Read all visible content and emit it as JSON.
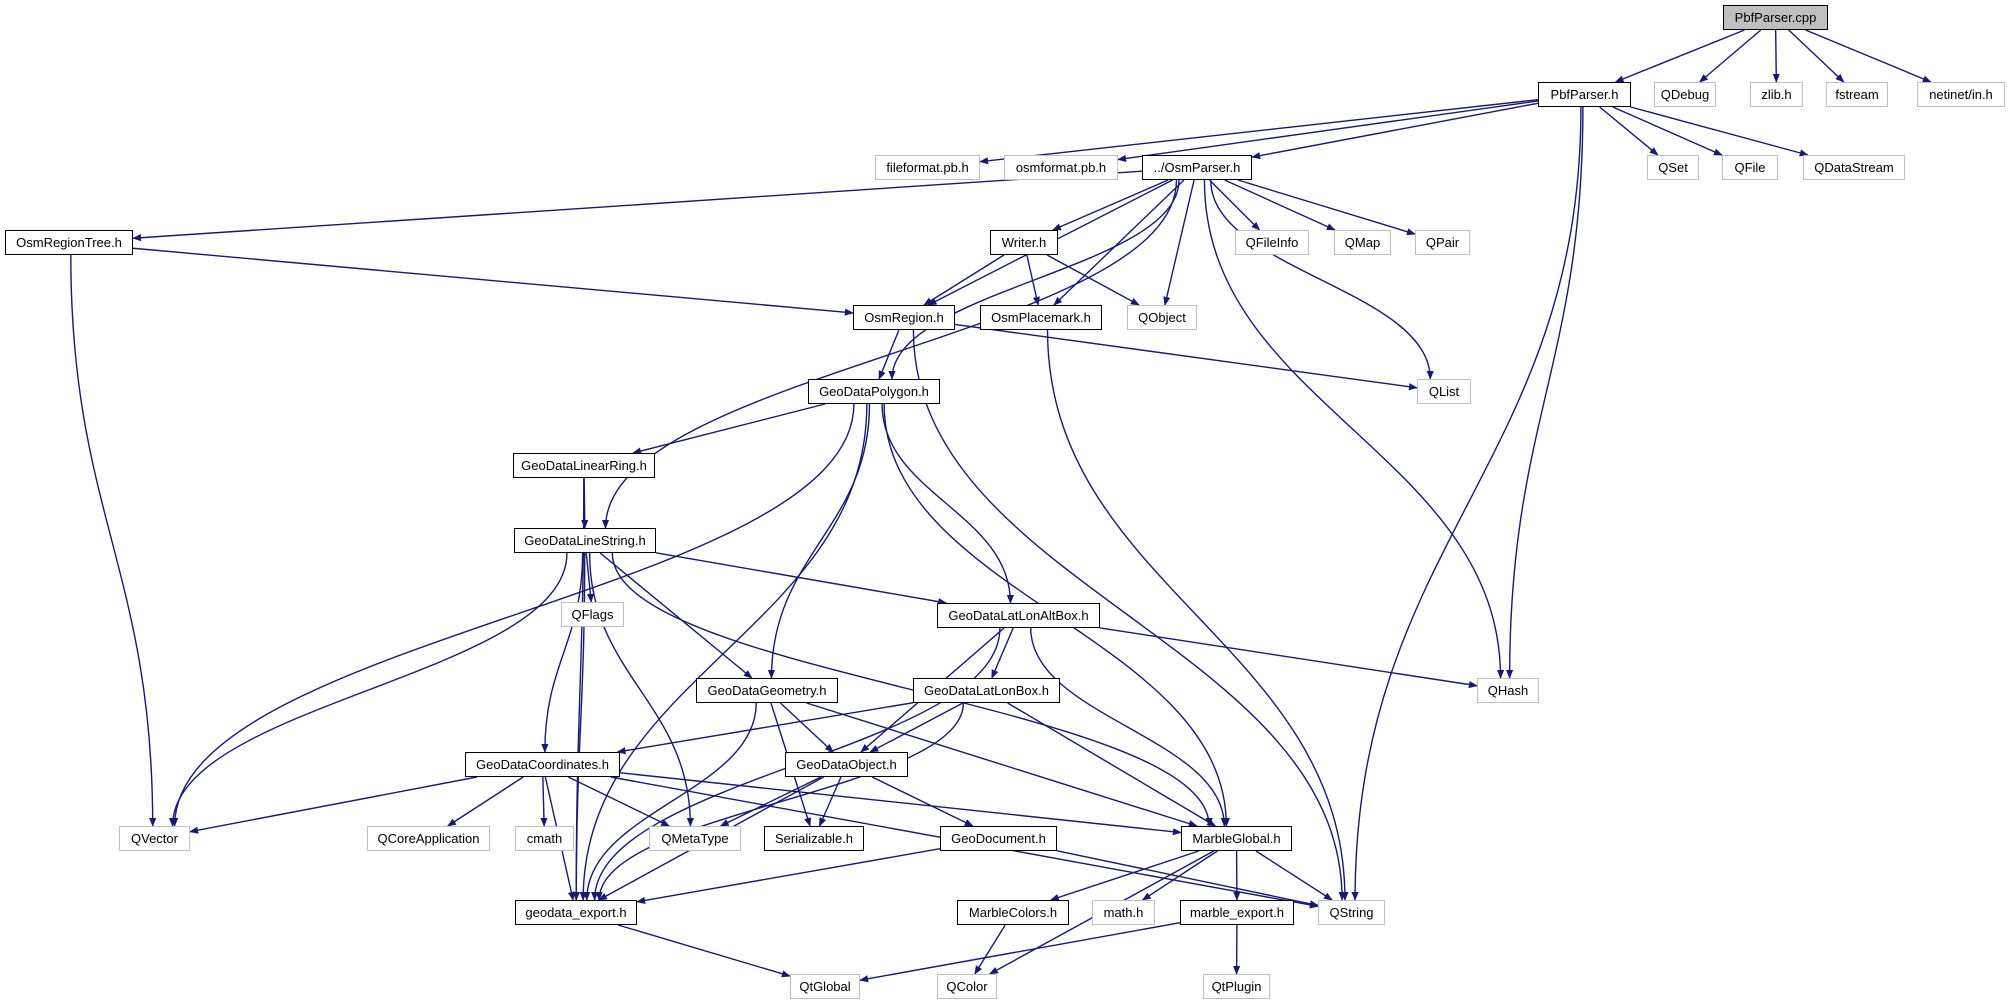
{
  "title": "PbfParser.cpp include dependency graph",
  "colors": {
    "edge": "#191970",
    "root_fill": "#bfbfbf",
    "local_border": "#000000",
    "external_border": "#bfbfbf"
  },
  "nodes": [
    {
      "id": "pbfcpp",
      "label": "PbfParser.cpp",
      "kind": "root"
    },
    {
      "id": "pbfh",
      "label": "PbfParser.h",
      "kind": "local"
    },
    {
      "id": "qdebug",
      "label": "QDebug",
      "kind": "ext"
    },
    {
      "id": "zlib",
      "label": "zlib.h",
      "kind": "ext"
    },
    {
      "id": "fstream",
      "label": "fstream",
      "kind": "ext"
    },
    {
      "id": "netinet",
      "label": "netinet/in.h",
      "kind": "ext"
    },
    {
      "id": "fileformat",
      "label": "fileformat.pb.h",
      "kind": "ext"
    },
    {
      "id": "osmformat",
      "label": "osmformat.pb.h",
      "kind": "ext"
    },
    {
      "id": "osmparser",
      "label": "../OsmParser.h",
      "kind": "local"
    },
    {
      "id": "qset",
      "label": "QSet",
      "kind": "ext"
    },
    {
      "id": "qfile",
      "label": "QFile",
      "kind": "ext"
    },
    {
      "id": "qdatastream",
      "label": "QDataStream",
      "kind": "ext"
    },
    {
      "id": "osmregiontree",
      "label": "OsmRegionTree.h",
      "kind": "local"
    },
    {
      "id": "writer",
      "label": "Writer.h",
      "kind": "local"
    },
    {
      "id": "qfileinfo",
      "label": "QFileInfo",
      "kind": "ext"
    },
    {
      "id": "qmap",
      "label": "QMap",
      "kind": "ext"
    },
    {
      "id": "qpair",
      "label": "QPair",
      "kind": "ext"
    },
    {
      "id": "osmregion",
      "label": "OsmRegion.h",
      "kind": "local"
    },
    {
      "id": "osmplacemark",
      "label": "OsmPlacemark.h",
      "kind": "local"
    },
    {
      "id": "qobject",
      "label": "QObject",
      "kind": "ext"
    },
    {
      "id": "polygon",
      "label": "GeoDataPolygon.h",
      "kind": "local"
    },
    {
      "id": "qlist",
      "label": "QList",
      "kind": "ext"
    },
    {
      "id": "linearring",
      "label": "GeoDataLinearRing.h",
      "kind": "local"
    },
    {
      "id": "linestring",
      "label": "GeoDataLineString.h",
      "kind": "local"
    },
    {
      "id": "qflags",
      "label": "QFlags",
      "kind": "ext"
    },
    {
      "id": "latlonaltbox",
      "label": "GeoDataLatLonAltBox.h",
      "kind": "local"
    },
    {
      "id": "geometry",
      "label": "GeoDataGeometry.h",
      "kind": "local"
    },
    {
      "id": "latlonbox",
      "label": "GeoDataLatLonBox.h",
      "kind": "local"
    },
    {
      "id": "qhash",
      "label": "QHash",
      "kind": "ext"
    },
    {
      "id": "coordinates",
      "label": "GeoDataCoordinates.h",
      "kind": "local"
    },
    {
      "id": "geoobject",
      "label": "GeoDataObject.h",
      "kind": "local"
    },
    {
      "id": "qvector",
      "label": "QVector",
      "kind": "ext"
    },
    {
      "id": "qcoreapp",
      "label": "QCoreApplication",
      "kind": "ext"
    },
    {
      "id": "cmath",
      "label": "cmath",
      "kind": "ext"
    },
    {
      "id": "qmetatype",
      "label": "QMetaType",
      "kind": "ext"
    },
    {
      "id": "serializable",
      "label": "Serializable.h",
      "kind": "local"
    },
    {
      "id": "geodocument",
      "label": "GeoDocument.h",
      "kind": "local"
    },
    {
      "id": "marbleglobal",
      "label": "MarbleGlobal.h",
      "kind": "local"
    },
    {
      "id": "geodataexport",
      "label": "geodata_export.h",
      "kind": "local"
    },
    {
      "id": "marblecolors",
      "label": "MarbleColors.h",
      "kind": "local"
    },
    {
      "id": "mathh",
      "label": "math.h",
      "kind": "ext"
    },
    {
      "id": "marbleexport",
      "label": "marble_export.h",
      "kind": "local"
    },
    {
      "id": "qstring",
      "label": "QString",
      "kind": "ext"
    },
    {
      "id": "qtglobal",
      "label": "QtGlobal",
      "kind": "ext"
    },
    {
      "id": "qcolor",
      "label": "QColor",
      "kind": "ext"
    },
    {
      "id": "qtplugin",
      "label": "QtPlugin",
      "kind": "ext"
    }
  ],
  "edges": [
    [
      "pbfcpp",
      "pbfh"
    ],
    [
      "pbfcpp",
      "qdebug"
    ],
    [
      "pbfcpp",
      "zlib"
    ],
    [
      "pbfcpp",
      "fstream"
    ],
    [
      "pbfcpp",
      "netinet"
    ],
    [
      "pbfh",
      "fileformat"
    ],
    [
      "pbfh",
      "osmformat"
    ],
    [
      "pbfh",
      "osmparser"
    ],
    [
      "pbfh",
      "qset"
    ],
    [
      "pbfh",
      "qfile"
    ],
    [
      "pbfh",
      "qdatastream"
    ],
    [
      "pbfh",
      "qhash"
    ],
    [
      "pbfh",
      "qstring"
    ],
    [
      "osmparser",
      "osmregiontree"
    ],
    [
      "osmparser",
      "writer"
    ],
    [
      "osmparser",
      "qfileinfo"
    ],
    [
      "osmparser",
      "qmap"
    ],
    [
      "osmparser",
      "qpair"
    ],
    [
      "osmparser",
      "osmregion"
    ],
    [
      "osmparser",
      "osmplacemark"
    ],
    [
      "osmparser",
      "qobject"
    ],
    [
      "osmparser",
      "qlist"
    ],
    [
      "osmparser",
      "polygon"
    ],
    [
      "osmparser",
      "linestring"
    ],
    [
      "osmparser",
      "qhash"
    ],
    [
      "osmregiontree",
      "osmregion"
    ],
    [
      "osmregiontree",
      "qvector"
    ],
    [
      "writer",
      "osmregion"
    ],
    [
      "writer",
      "osmplacemark"
    ],
    [
      "writer",
      "qobject"
    ],
    [
      "osmregion",
      "polygon"
    ],
    [
      "osmregion",
      "qlist"
    ],
    [
      "osmregion",
      "qstring"
    ],
    [
      "osmplacemark",
      "qstring"
    ],
    [
      "polygon",
      "linearring"
    ],
    [
      "polygon",
      "geometry"
    ],
    [
      "polygon",
      "latlonaltbox"
    ],
    [
      "polygon",
      "marbleglobal"
    ],
    [
      "polygon",
      "qvector"
    ],
    [
      "polygon",
      "geodataexport"
    ],
    [
      "linearring",
      "linestring"
    ],
    [
      "linearring",
      "geodataexport"
    ],
    [
      "linestring",
      "qflags"
    ],
    [
      "linestring",
      "latlonaltbox"
    ],
    [
      "linestring",
      "geometry"
    ],
    [
      "linestring",
      "coordinates"
    ],
    [
      "linestring",
      "qmetatype"
    ],
    [
      "linestring",
      "marbleglobal"
    ],
    [
      "linestring",
      "qvector"
    ],
    [
      "linestring",
      "geodataexport"
    ],
    [
      "latlonaltbox",
      "latlonbox"
    ],
    [
      "latlonaltbox",
      "geoobject"
    ],
    [
      "latlonaltbox",
      "marbleglobal"
    ],
    [
      "latlonaltbox",
      "qhash"
    ],
    [
      "latlonaltbox",
      "geodataexport"
    ],
    [
      "geometry",
      "geoobject"
    ],
    [
      "geometry",
      "serializable"
    ],
    [
      "geometry",
      "marbleglobal"
    ],
    [
      "geometry",
      "geodataexport"
    ],
    [
      "latlonbox",
      "coordinates"
    ],
    [
      "latlonbox",
      "geoobject"
    ],
    [
      "latlonbox",
      "marbleglobal"
    ],
    [
      "latlonbox",
      "geodataexport"
    ],
    [
      "coordinates",
      "qvector"
    ],
    [
      "coordinates",
      "qcoreapp"
    ],
    [
      "coordinates",
      "cmath"
    ],
    [
      "coordinates",
      "qmetatype"
    ],
    [
      "coordinates",
      "marbleglobal"
    ],
    [
      "coordinates",
      "geodataexport"
    ],
    [
      "coordinates",
      "qstring"
    ],
    [
      "geoobject",
      "qmetatype"
    ],
    [
      "geoobject",
      "serializable"
    ],
    [
      "geoobject",
      "geodocument"
    ],
    [
      "geoobject",
      "geodataexport"
    ],
    [
      "geodocument",
      "geodataexport"
    ],
    [
      "geodocument",
      "qstring"
    ],
    [
      "marbleglobal",
      "marblecolors"
    ],
    [
      "marbleglobal",
      "mathh"
    ],
    [
      "marbleglobal",
      "marbleexport"
    ],
    [
      "marbleglobal",
      "qstring"
    ],
    [
      "marbleglobal",
      "qcolor"
    ],
    [
      "geodataexport",
      "qtglobal"
    ],
    [
      "marblecolors",
      "qcolor"
    ],
    [
      "marbleexport",
      "qtglobal"
    ],
    [
      "marbleexport",
      "qtplugin"
    ]
  ]
}
